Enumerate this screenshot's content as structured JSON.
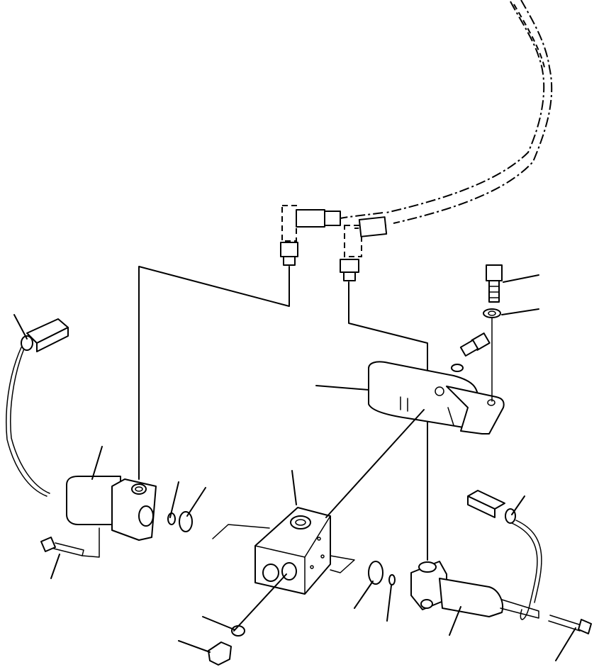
{
  "diagram": {
    "parts": [
      "hose-assembly",
      "left-elbow-fitting",
      "right-elbow-fitting",
      "left-connector",
      "right-connector",
      "left-solenoid-valve",
      "right-solenoid-valve",
      "valve-block",
      "mounting-bracket",
      "bolt",
      "washer",
      "fitting",
      "o-ring"
    ],
    "callout_count": 18
  }
}
